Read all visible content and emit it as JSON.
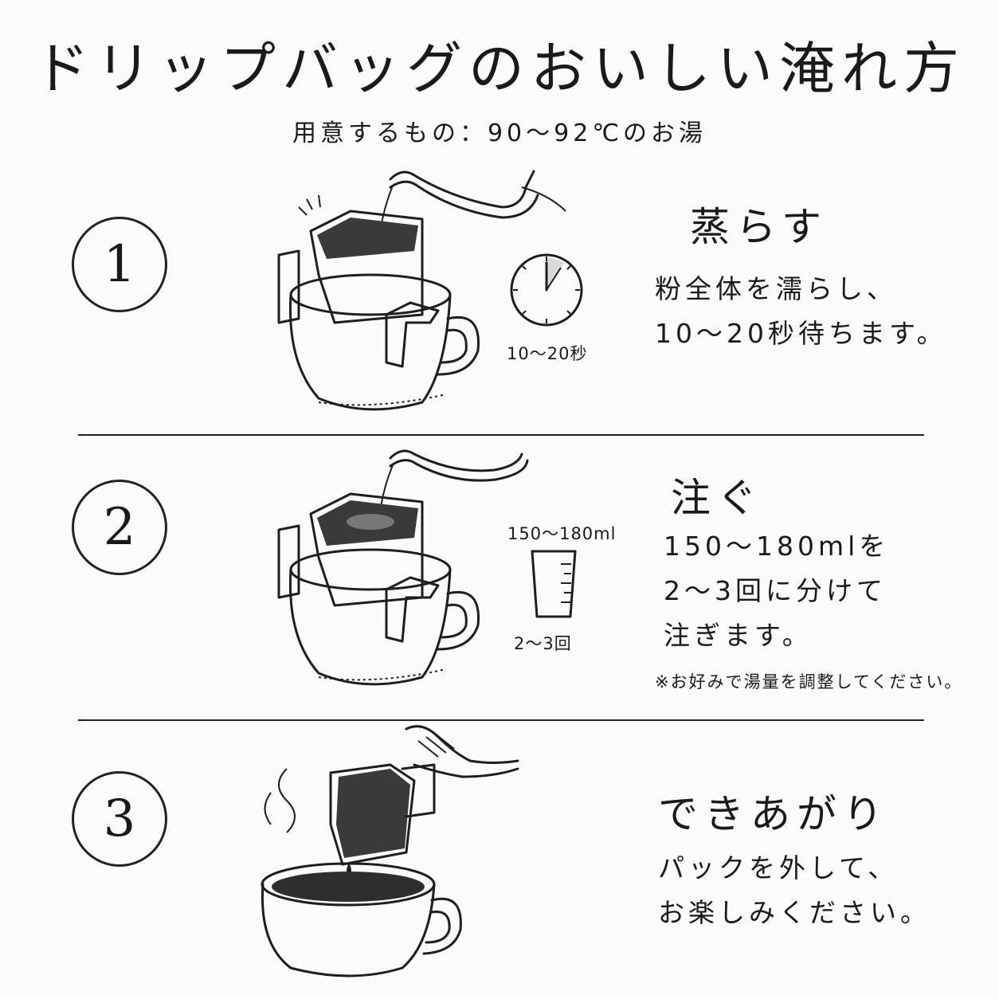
{
  "title": "ドリップバッグのおいしい淹れ方",
  "subtitle": "用意するもの：90～92℃のお湯",
  "steps": [
    {
      "number": "1",
      "heading": "蒸らす",
      "body": [
        "粉全体を濡らし、",
        "10～20秒待ちます。"
      ],
      "figure_label": "10～20秒",
      "icon": "clock-icon"
    },
    {
      "number": "2",
      "heading": "注ぐ",
      "body": [
        "150～180mlを",
        "2～3回に分けて",
        "注ぎます。"
      ],
      "figure_label_top": "150～180ml",
      "figure_label_bottom": "2～3回",
      "icon": "measuring-cup-icon",
      "note": "※お好みで湯量を調整してください。"
    },
    {
      "number": "3",
      "heading": "できあがり",
      "body": [
        "パックを外して、",
        "お楽しみください。"
      ]
    }
  ]
}
